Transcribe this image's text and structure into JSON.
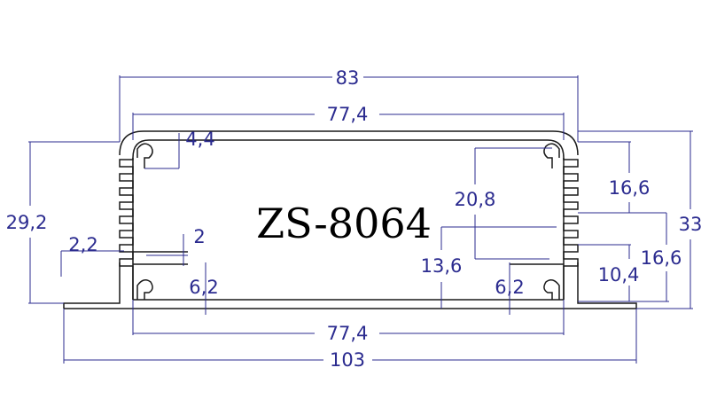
{
  "colors": {
    "dimension": "#2b2b8f",
    "profile": "#1a1a1a",
    "model_text": "#000000"
  },
  "model": "ZS-8064",
  "dimensions": {
    "outer_width": "83",
    "inner_width_top": "77,4",
    "inner_width_bottom": "77,4",
    "base_width": "103",
    "total_height": "33",
    "body_height": "29,2",
    "slot_top_offset": "4,4",
    "inner_height": "20,8",
    "fin_span": "16,6",
    "upper_height": "16,6",
    "lower_height": "13,6",
    "fin_length": "10,4",
    "groove_width": "2,2",
    "groove_depth": "2",
    "slot_spacing_left": "6,2",
    "slot_spacing_right": "6,2"
  }
}
